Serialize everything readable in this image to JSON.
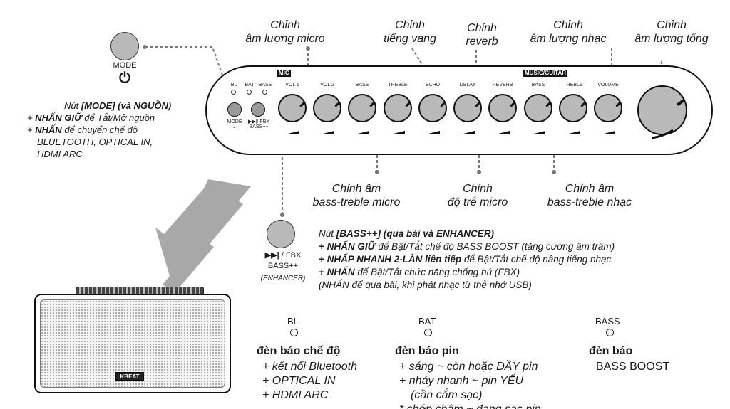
{
  "callouts": {
    "mic_vol": {
      "l1": "Chỉnh",
      "l2": "âm lượng micro"
    },
    "echo": {
      "l1": "Chỉnh",
      "l2": "tiếng vang"
    },
    "reverb": {
      "l1": "Chỉnh",
      "l2": "reverb"
    },
    "music_vol": {
      "l1": "Chỉnh",
      "l2": "âm lượng nhạc"
    },
    "master": {
      "l1": "Chỉnh",
      "l2": "âm lượng tổng"
    },
    "mic_bass_treble": {
      "l1": "Chỉnh âm",
      "l2": "bass-treble micro"
    },
    "delay": {
      "l1": "Chỉnh",
      "l2": "độ trễ micro"
    },
    "music_bass_treble": {
      "l1": "Chỉnh âm",
      "l2": "bass-treble nhạc"
    }
  },
  "panel": {
    "led_labels": [
      "BL",
      "BAT",
      "BASS"
    ],
    "mic_tag": "MIC",
    "music_tag": "MUSIC/GUITAR",
    "mode_btn_label": "MODE",
    "mode_btn_sub": "ᴗ",
    "fbx_btn_label": "▶▶|/ FBX",
    "fbx_btn_sub": "BASS++",
    "knob_labels": [
      "VOL 1",
      "VOL 2",
      "BASS",
      "TREBLE",
      "ECHO",
      "DELAY",
      "REVERB",
      "BASS",
      "TREBLE",
      "VOLUME"
    ]
  },
  "mode_button": {
    "label": "MODE",
    "power_icon": "⏻",
    "desc_title_pre": "Nút ",
    "desc_title_bold": "[MODE] (và NGUỒN)",
    "line1_pre": "+ ",
    "line1_bold": "NHẤN GIỮ",
    "line1_rest": " để Tắt/Mở nguồn",
    "line2_pre": "+ ",
    "line2_bold": "NHẤN",
    "line2_rest": " để chuyển chế độ",
    "line3": "BLUETOOTH, OPTICAL IN,",
    "line4": "HDMI ARC"
  },
  "bass_button": {
    "icon_label": "▶▶|",
    "label_rest": " / FBX",
    "label2": "BASS++",
    "label3": "(ENHANCER)",
    "title_pre": "Nút ",
    "title_bold": "[BASS++] (qua bài và ENHANCER)",
    "l1_bold": "+ NHẤN GIỮ",
    "l1_rest": " để Bật/Tắt chế độ BASS BOOST (tăng cường âm trầm)",
    "l2_bold": "+ NHẤP NHANH 2-LẦN liên tiếp",
    "l2_rest": " để Bật/Tắt chế độ nâng tiếng nhạc",
    "l3_bold": "+ NHẤN",
    "l3_rest": " để Bật/Tắt chức năng chống hú (FBX)",
    "l4": "(NHẤN để qua bài, khi phát nhạc từ thẻ nhớ USB)"
  },
  "indicators": {
    "bl": {
      "label": "BL",
      "title": "đèn báo chế độ",
      "items": [
        "+ kết nối Bluetooth",
        "+ OPTICAL IN",
        "+ HDMI ARC"
      ]
    },
    "bat": {
      "label": "BAT",
      "title": "đèn báo pin",
      "items": [
        "+ sáng ~ còn hoặc ĐẦY pin",
        "+ nháy nhanh ~ pin YẾU",
        "(cần cắm sạc)",
        "* chớp chậm ~ đang sạc pin"
      ]
    },
    "bass": {
      "label": "BASS",
      "title": "đèn báo",
      "items": [
        "BASS BOOST"
      ]
    }
  },
  "speaker": {
    "brand": "KBEAT"
  },
  "colors": {
    "knob": "#b9b9b9",
    "line": "#111111",
    "dotted": "#777777",
    "arrow": "#a8a8a8"
  }
}
